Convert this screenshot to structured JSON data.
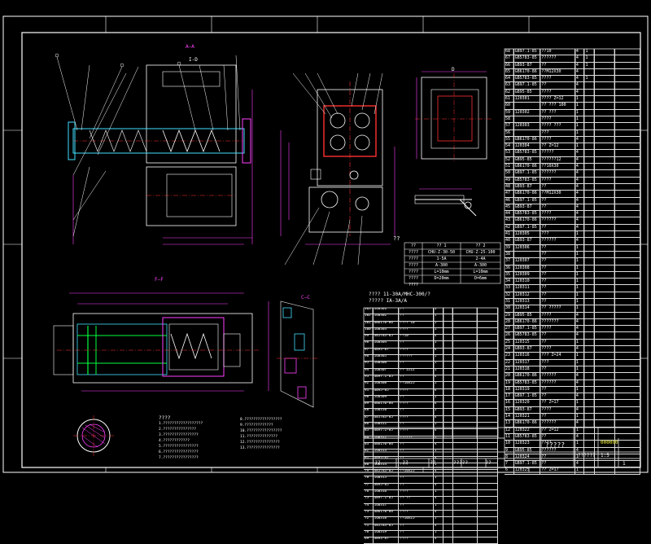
{
  "drawing": {
    "section_labels": {
      "aa": "A—A",
      "ff": "F—F",
      "cc": "C—C",
      "d": "D",
      "zoom": "I-D"
    },
    "notes_title": "??",
    "spec_title": "???? ",
    "specs_header": [
      "??",
      "?? 1",
      "?? 2"
    ],
    "specs_rows": [
      [
        "????",
        "CHU-Z-30-50",
        "CHU-Z-25-100"
      ],
      [
        "????",
        "1-5A",
        "2-4A"
      ],
      [
        "????",
        "A-300",
        "A-300"
      ],
      [
        "????",
        "L=10mm",
        "L=10mm"
      ],
      [
        "????",
        "D=20mm",
        "D=6mm"
      ],
      [
        "????",
        "",
        ""
      ]
    ],
    "spec_notes": [
      "???? 11-30A/MHC-300/?",
      "????? IA-3A/A"
    ],
    "tech_req_title": "????",
    "tech_req_lines": [
      "1.??????????????????",
      "2.???????????????",
      "3.????????????????",
      "4.????????????",
      "5.????????????????",
      "6.????????????????",
      "7.????????????????"
    ],
    "tech_req_lines_right": [
      "8.?????????????????",
      "9.?????????????",
      "10.????????????????",
      "11.??????????????",
      "12.???????????????",
      "13.???????????????"
    ]
  },
  "parts_list_right": {
    "rows": [
      [
        "68",
        "GB97.1-85",
        "??10",
        "4",
        "1",
        "",
        ""
      ],
      [
        "67",
        "GB5783-85",
        "??????",
        "4",
        "1",
        "",
        ""
      ],
      [
        "66",
        "GB93-87",
        "??",
        "4",
        "1",
        "",
        ""
      ],
      [
        "65",
        "GB6170-86",
        "??M12X30",
        "4",
        "",
        "",
        ""
      ],
      [
        "64",
        "GB5783-85",
        "????",
        "4",
        "1",
        "",
        ""
      ],
      [
        "63",
        "GB97.1-85",
        "??",
        "4",
        "",
        "",
        ""
      ],
      [
        "62",
        "GB95-85",
        "????",
        "4",
        "",
        "",
        ""
      ],
      [
        "61",
        "120301",
        "????  Z=12",
        "1",
        "",
        "",
        ""
      ],
      [
        "60",
        "",
        "??  ???  100",
        "1",
        "",
        "",
        ""
      ],
      [
        "59",
        "120302",
        "??  ???",
        "1",
        "",
        "",
        ""
      ],
      [
        "58",
        "",
        "????",
        "1",
        "",
        "",
        ""
      ],
      [
        "57",
        "120303",
        "????  ???",
        "1",
        "",
        "",
        ""
      ],
      [
        "56",
        "",
        "???",
        "1",
        "",
        "",
        ""
      ],
      [
        "55",
        "GB6170-86",
        "????",
        "4",
        "",
        "",
        ""
      ],
      [
        "54",
        "120304",
        "??  Z=12",
        "1",
        "",
        "",
        ""
      ],
      [
        "53",
        "GB5783-85",
        "?????",
        "4",
        "",
        "",
        ""
      ],
      [
        "52",
        "GB95-85",
        "??????12",
        "4",
        "",
        "",
        ""
      ],
      [
        "51",
        "GB6170-86",
        "??10X30",
        "4",
        "",
        "",
        ""
      ],
      [
        "50",
        "GB97.1-85",
        "??????",
        "4",
        "",
        "",
        ""
      ],
      [
        "49",
        "GB5783-85",
        "????",
        "4",
        "",
        "",
        ""
      ],
      [
        "48",
        "GB93-87",
        "??",
        "4",
        "",
        "",
        ""
      ],
      [
        "47",
        "GB6170-86",
        "??M12X30",
        "4",
        "",
        "",
        ""
      ],
      [
        "46",
        "GB97.1-85",
        "??",
        "4",
        "",
        "",
        ""
      ],
      [
        "45",
        "GB93-87",
        "??",
        "4",
        "",
        "",
        ""
      ],
      [
        "44",
        "GB5783-85",
        "????",
        "4",
        "",
        "",
        ""
      ],
      [
        "43",
        "GB6170-86",
        "??????",
        "4",
        "",
        "",
        ""
      ],
      [
        "42",
        "GB97.1-85",
        "??",
        "4",
        "",
        "",
        ""
      ],
      [
        "41",
        "120305",
        "???",
        "1",
        "",
        "",
        ""
      ],
      [
        "40",
        "GB93-87",
        "??????",
        "4",
        "",
        "",
        ""
      ],
      [
        "39",
        "120306",
        "??",
        "1",
        "",
        "",
        ""
      ],
      [
        "38",
        "",
        "??",
        "1",
        "",
        "",
        ""
      ],
      [
        "37",
        "120307",
        "??",
        "1",
        "",
        "",
        ""
      ],
      [
        "36",
        "120308",
        "??",
        "1",
        "",
        "",
        ""
      ],
      [
        "35",
        "120309",
        "??",
        "1",
        "",
        "",
        ""
      ],
      [
        "34",
        "120310",
        "??",
        "1",
        "",
        "",
        ""
      ],
      [
        "33",
        "120311",
        "??",
        "1",
        "",
        "",
        ""
      ],
      [
        "32",
        "120312",
        "??",
        "1",
        "",
        "",
        ""
      ],
      [
        "31",
        "120313",
        "??",
        "1",
        "",
        "",
        ""
      ],
      [
        "30",
        "120314",
        "??  ?????",
        "1",
        "",
        "",
        ""
      ],
      [
        "29",
        "GB95-85",
        "????",
        "4",
        "",
        "",
        ""
      ],
      [
        "28",
        "GB6170-86",
        "???????",
        "4",
        "",
        "",
        ""
      ],
      [
        "27",
        "GB97.1-85",
        "????",
        "4",
        "",
        "",
        ""
      ],
      [
        "26",
        "GB5783-85",
        "??",
        "4",
        "",
        "",
        ""
      ],
      [
        "25",
        "120315",
        "??",
        "1",
        "",
        "",
        ""
      ],
      [
        "24",
        "GB93-87",
        "????",
        "4",
        "",
        "",
        ""
      ],
      [
        "23",
        "120316",
        "???  Z=24",
        "1",
        "",
        "",
        ""
      ],
      [
        "22",
        "120317",
        "???",
        "1",
        "",
        "",
        ""
      ],
      [
        "21",
        "120318",
        "??",
        "1",
        "",
        "",
        ""
      ],
      [
        "20",
        "GB6170-86",
        "??????",
        "4",
        "",
        "",
        ""
      ],
      [
        "19",
        "GB5783-85",
        "??????",
        "4",
        "",
        "",
        ""
      ],
      [
        "18",
        "120319",
        "??",
        "1",
        "",
        "",
        ""
      ],
      [
        "17",
        "GB97.1-85",
        "??",
        "4",
        "",
        "",
        ""
      ],
      [
        "16",
        "120320",
        "??  Z=17",
        "1",
        "",
        "",
        ""
      ],
      [
        "15",
        "GB93-87",
        "????",
        "4",
        "",
        "",
        ""
      ],
      [
        "14",
        "120321",
        "??",
        "1",
        "",
        "",
        ""
      ],
      [
        "13",
        "GB6170-86",
        "??????",
        "4",
        "",
        "",
        ""
      ],
      [
        "12",
        "120322",
        "??  Z=12",
        "1",
        "",
        "",
        ""
      ],
      [
        "11",
        "GB5783-85",
        "??",
        "4",
        "",
        "",
        ""
      ],
      [
        "10",
        "120323",
        "????",
        "1",
        "",
        "",
        ""
      ],
      [
        "9",
        "GB95-85",
        "??????",
        "4",
        "",
        "",
        ""
      ],
      [
        "8",
        "120324",
        "??",
        "1",
        "",
        "",
        ""
      ],
      [
        "7",
        "GB97.1-85",
        "??",
        "4",
        "",
        "",
        ""
      ],
      [
        "6",
        "120325",
        "??  Z=17",
        "1",
        "",
        "",
        ""
      ]
    ]
  },
  "parts_list_left": {
    "rows": [
      [
        "103",
        "160301",
        "??",
        "1",
        "",
        "",
        ""
      ],
      [
        "102",
        "160302",
        "??",
        "1",
        "",
        "",
        ""
      ],
      [
        "101",
        "GB6170-86",
        "????  10",
        "1",
        "",
        "",
        ""
      ],
      [
        "100",
        "160303",
        "????",
        "1",
        "",
        "",
        ""
      ],
      [
        "99",
        "GB5783-85",
        "??10",
        "4",
        "",
        "",
        ""
      ],
      [
        "98",
        "160304",
        "??",
        "1",
        "",
        "",
        ""
      ],
      [
        "97",
        "GB93-87",
        "????",
        "4",
        "",
        "",
        ""
      ],
      [
        "96",
        "160305",
        "??????",
        "1",
        "",
        "",
        ""
      ],
      [
        "95",
        "160306",
        "??",
        "1",
        "",
        "",
        ""
      ],
      [
        "94",
        "160307",
        "??  Z=12",
        "1",
        "",
        "",
        ""
      ],
      [
        "93",
        "GB97.1-85",
        "??",
        "4",
        "",
        "",
        ""
      ],
      [
        "92",
        "160308",
        "??10X25",
        "1",
        "",
        "",
        ""
      ],
      [
        "91",
        "GB95-85",
        "????",
        "4",
        "",
        "",
        ""
      ],
      [
        "90",
        "160309",
        "??",
        "1",
        "",
        "",
        ""
      ],
      [
        "89",
        "GB6170-86",
        "????",
        "4",
        "",
        "",
        ""
      ],
      [
        "88",
        "160310",
        "??",
        "1",
        "",
        "",
        ""
      ],
      [
        "87",
        "GB5783-85",
        "????",
        "4",
        "",
        "",
        ""
      ],
      [
        "86",
        "160311",
        "??",
        "1",
        "",
        "",
        ""
      ],
      [
        "85",
        "GB97.1-85",
        "????",
        "4",
        "",
        "",
        ""
      ],
      [
        "84",
        "160312",
        "??????",
        "1",
        "",
        "",
        ""
      ],
      [
        "83",
        "GB6170-86",
        "??",
        "4",
        "",
        "",
        ""
      ],
      [
        "82",
        "160313",
        "??",
        "1",
        "",
        "",
        ""
      ],
      [
        "81",
        "GB93-87",
        "??",
        "4",
        "",
        "",
        ""
      ],
      [
        "80",
        "160314",
        "????",
        "1",
        "",
        "",
        ""
      ],
      [
        "79",
        "GB5783-85",
        "??10X25",
        "4",
        "",
        "",
        ""
      ],
      [
        "78",
        "160315",
        "??",
        "1",
        "",
        "",
        ""
      ],
      [
        "77",
        "GB95-85",
        "??",
        "4",
        "",
        "",
        ""
      ],
      [
        "76",
        "160316",
        "????",
        "1",
        "",
        "",
        ""
      ],
      [
        "75",
        "GB97.1-85",
        "??  ??",
        "4",
        "",
        "",
        ""
      ],
      [
        "74",
        "160317",
        "??",
        "1",
        "",
        "",
        ""
      ],
      [
        "73",
        "GB6170-86",
        "????",
        "4",
        "",
        "",
        ""
      ],
      [
        "72",
        "160318",
        "??10X25",
        "1",
        "",
        "",
        ""
      ],
      [
        "71",
        "GB5783-85",
        "??",
        "4",
        "",
        "",
        ""
      ],
      [
        "70",
        "160319",
        "??",
        "1",
        "",
        "",
        ""
      ],
      [
        "69",
        "GB93-87",
        "????",
        "4",
        "",
        "",
        ""
      ]
    ]
  },
  "title_block": {
    "drawing_name": "?????",
    "company": "??????",
    "code": "000000",
    "scale": "1:5",
    "sheet": "1",
    "footer_left": [
      "??",
      "??",
      "??",
      "?????",
      "??"
    ]
  },
  "colors": {
    "background": "#000000",
    "frame": "#ffffff",
    "part_lines": "#ffffff",
    "section_hatch": "#ff40ff",
    "center_lines": "#ff3030",
    "dimension_lines": "#ff40ff",
    "leader_lines": "#ffffff",
    "shaft": "#40e0ff",
    "highlight": "#00ff40",
    "text_yellow": "#ffff40"
  }
}
